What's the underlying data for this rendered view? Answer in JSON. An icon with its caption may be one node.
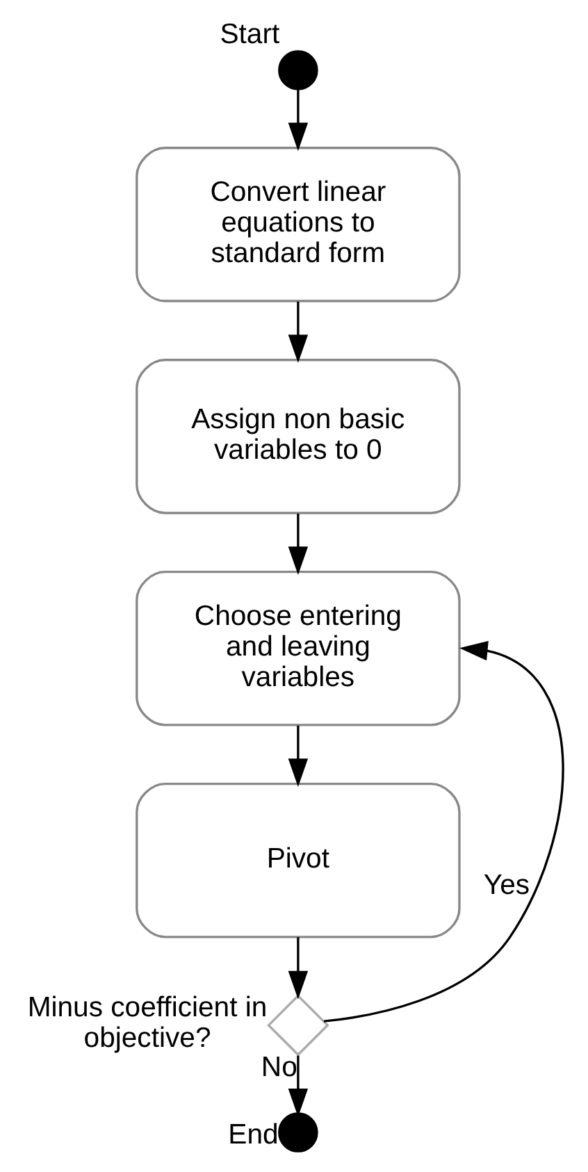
{
  "diagram": {
    "nodes": [
      {
        "text": [],
        "shape": "circle",
        "beside": [
          "Start"
        ]
      },
      {
        "text": [
          "Convert linear equations to standard form"
        ]
      },
      {
        "text": [
          "Assign non basic variables to 0"
        ]
      },
      {
        "text": [
          "Choose entering and leaving variables"
        ]
      },
      {
        "text": [
          "Pivot"
        ]
      },
      {
        "text": [],
        "shape": "diamond",
        "beside": [
          "Minus coefficient in objective?"
        ]
      },
      {
        "text": [],
        "shape": "circle",
        "beside": [
          "End"
        ]
      }
    ],
    "edges": [
      {
        "from": 0,
        "to": 1,
        "arrow": "to"
      },
      {
        "from": 1,
        "to": 2,
        "arrow": "to"
      },
      {
        "from": 2,
        "to": 3,
        "arrow": "to"
      },
      {
        "from": 3,
        "to": 4,
        "arrow": "to"
      },
      {
        "from": 4,
        "to": 5,
        "arrow": "to"
      },
      {
        "from": 5,
        "to": 3,
        "arrow": "to",
        "label": "Yes"
      },
      {
        "from": 5,
        "to": 6,
        "arrow": "to",
        "label": "No"
      }
    ]
  }
}
